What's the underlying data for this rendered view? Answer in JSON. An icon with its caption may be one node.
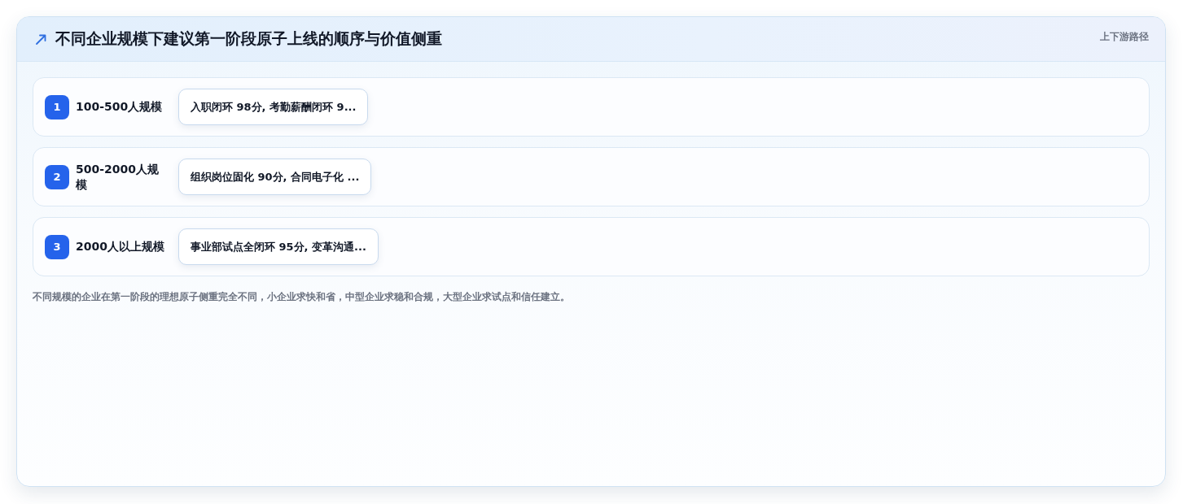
{
  "diagram": {
    "title": "不同企业规模下建议第一阶段原子上线的顺序与价值侧重",
    "nodes": [
      {
        "text": [
          "100-500人规模"
        ]
      },
      {
        "text": [
          "1"
        ],
        "in": 0
      },
      {
        "text": [
          "入职闭环 98分, 考勤薪酬闭环 9..."
        ],
        "in": 0
      },
      {
        "text": [
          "500-2000人规模"
        ]
      },
      {
        "text": [
          "2"
        ],
        "in": 3
      },
      {
        "text": [
          "组织岗位固化 90分, 合同电子化 ..."
        ],
        "in": 3
      },
      {
        "text": [
          "2000人以上规模"
        ]
      },
      {
        "text": [
          "3"
        ],
        "in": 6
      },
      {
        "text": [
          "事业部试点全闭环 95分, 变革沟通..."
        ],
        "in": 6
      }
    ],
    "labels": [
      "上下游路径"
    ],
    "caption": "不同规模的企业在第一阶段的理想原子侧重完全不同，小企业求快和省，中型企业求稳和合规，大型企业求试点和信任建立。"
  }
}
